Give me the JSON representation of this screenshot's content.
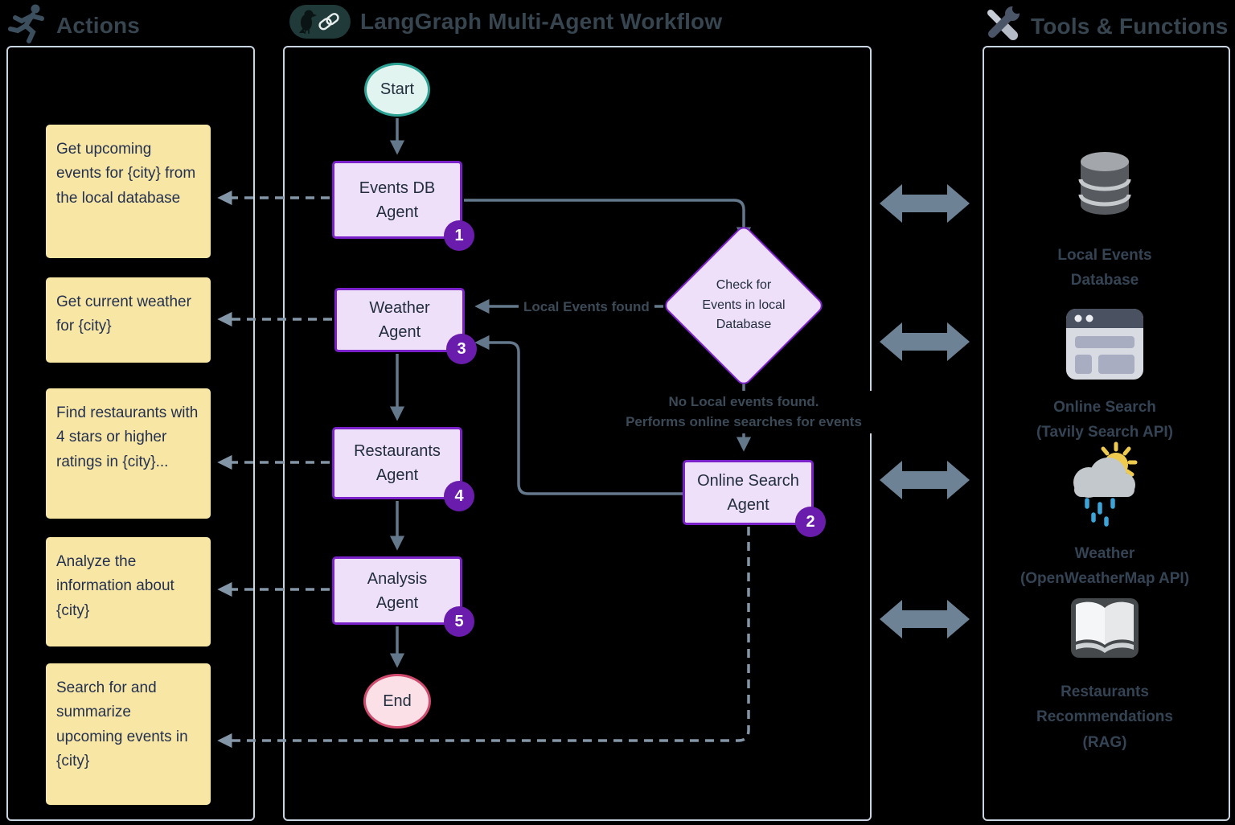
{
  "actions_panel": {
    "title": "Actions",
    "icon": "runner-icon",
    "notes": [
      "Get upcoming events for {city} from the local database",
      "Get current weather for {city}",
      "Find restaurants with 4 stars or higher ratings in {city}...",
      "Analyze the information about {city}",
      "Search for and summarize upcoming events in {city}"
    ]
  },
  "workflow_panel": {
    "title": "LangGraph Multi-Agent Workflow",
    "icon": "langgraph-logo",
    "nodes": {
      "start": {
        "label": "Start"
      },
      "events_db": {
        "label": "Events DB\nAgent",
        "badge": "1"
      },
      "decision": {
        "label": "Check for\nEvents in local\nDatabase"
      },
      "weather": {
        "label": "Weather\nAgent",
        "badge": "3"
      },
      "online_search": {
        "label": "Online Search\nAgent",
        "badge": "2"
      },
      "restaurants": {
        "label": "Restaurants\nAgent",
        "badge": "4"
      },
      "analysis": {
        "label": "Analysis\nAgent",
        "badge": "5"
      },
      "end": {
        "label": "End"
      }
    },
    "edge_labels": {
      "local_events_found": "Local Events found",
      "no_local_events": "No Local events found.\nPerforms online searches for events"
    }
  },
  "tools_panel": {
    "title": "Tools & Functions",
    "icon": "tools-icon",
    "items": [
      {
        "icon": "database-icon",
        "label": "Local Events\nDatabase"
      },
      {
        "icon": "browser-icon",
        "label": "Online Search\n(Tavily Search API)"
      },
      {
        "icon": "weather-icon",
        "label": "Weather\n(OpenWeatherMap API)"
      },
      {
        "icon": "book-icon",
        "label": "Restaurants\nRecommendations\n(RAG)"
      }
    ]
  },
  "colors": {
    "background": "#000000",
    "panel_border": "#c9d6e2",
    "heading_text": "#36454f",
    "note_fill": "#f8e7a4",
    "note_text": "#243050",
    "agent_fill": "#efe0f9",
    "agent_border": "#7b21c9",
    "badge_fill": "#6a1cac",
    "start_fill": "#e1f4ef",
    "start_border": "#2ba193",
    "end_fill": "#fbe1e7",
    "end_border": "#d04a6e",
    "solid_connector": "#64788c",
    "dashed_connector": "#8396a8",
    "double_arrow": "#6e8296"
  }
}
